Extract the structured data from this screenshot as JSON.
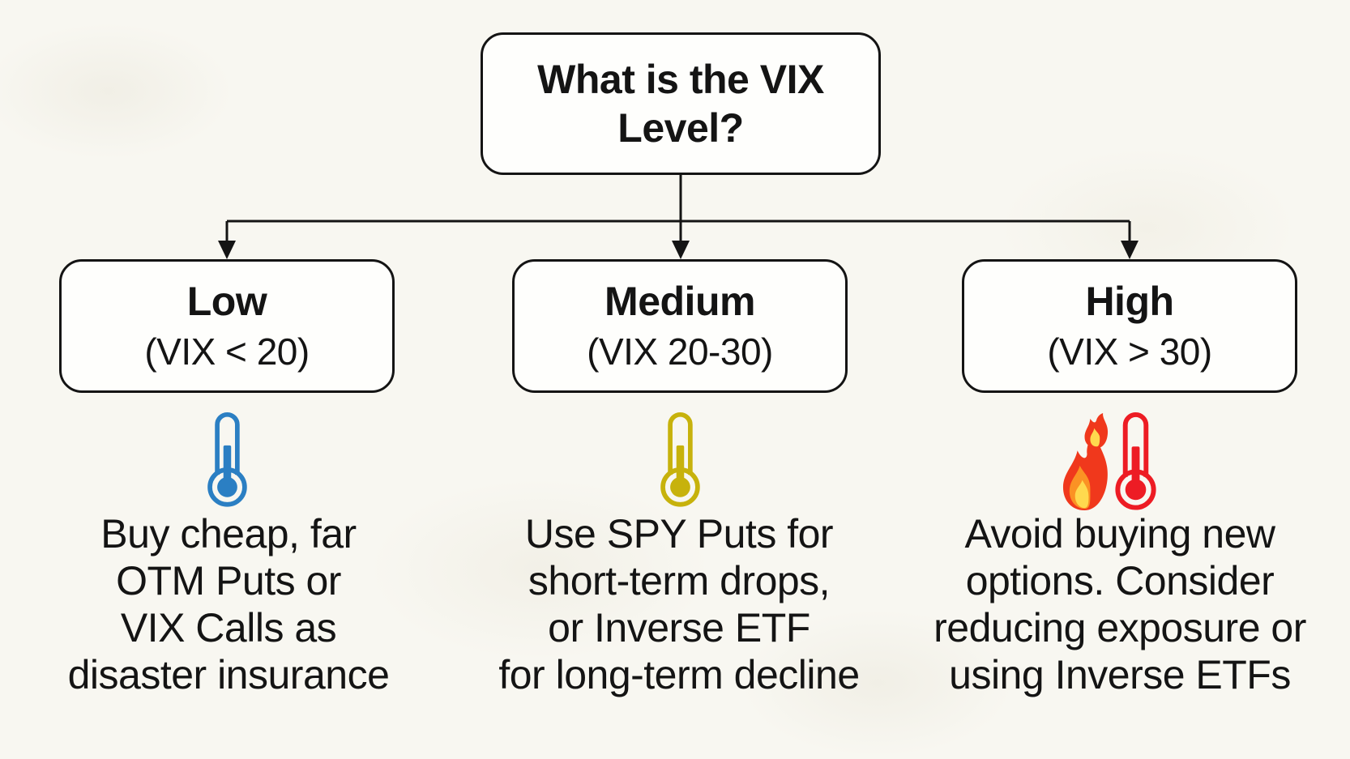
{
  "flow": {
    "root": {
      "label": "What is the VIX Level?"
    },
    "branches": [
      {
        "level": "Low",
        "condition": "(VIX < 20)",
        "icon": "thermometer-low-icon",
        "accent": "#2b7fc3",
        "advice": "Buy cheap, far\nOTM Puts or\nVIX Calls as\ndisaster insurance"
      },
      {
        "level": "Medium",
        "condition": "(VIX 20-30)",
        "icon": "thermometer-medium-icon",
        "accent": "#c7b20c",
        "advice": "Use SPY Puts for\nshort-term drops,\nor Inverse ETF\nfor long-term decline"
      },
      {
        "level": "High",
        "condition": "(VIX > 30)",
        "icon": "thermometer-fire-icon",
        "accent": "#ed1c24",
        "advice": "Avoid buying new\noptions. Consider\nreducing exposure or\nusing Inverse ETFs"
      }
    ]
  },
  "colors": {
    "ink": "#141414",
    "canvas": "#f8f7f1",
    "node-fill": "#fefefc",
    "low": "#2b7fc3",
    "medium": "#c7b20c",
    "high": "#ed1c24",
    "flame-red": "#f0381c",
    "flame-orange": "#fb9224",
    "flame-yellow": "#ffd94e"
  }
}
